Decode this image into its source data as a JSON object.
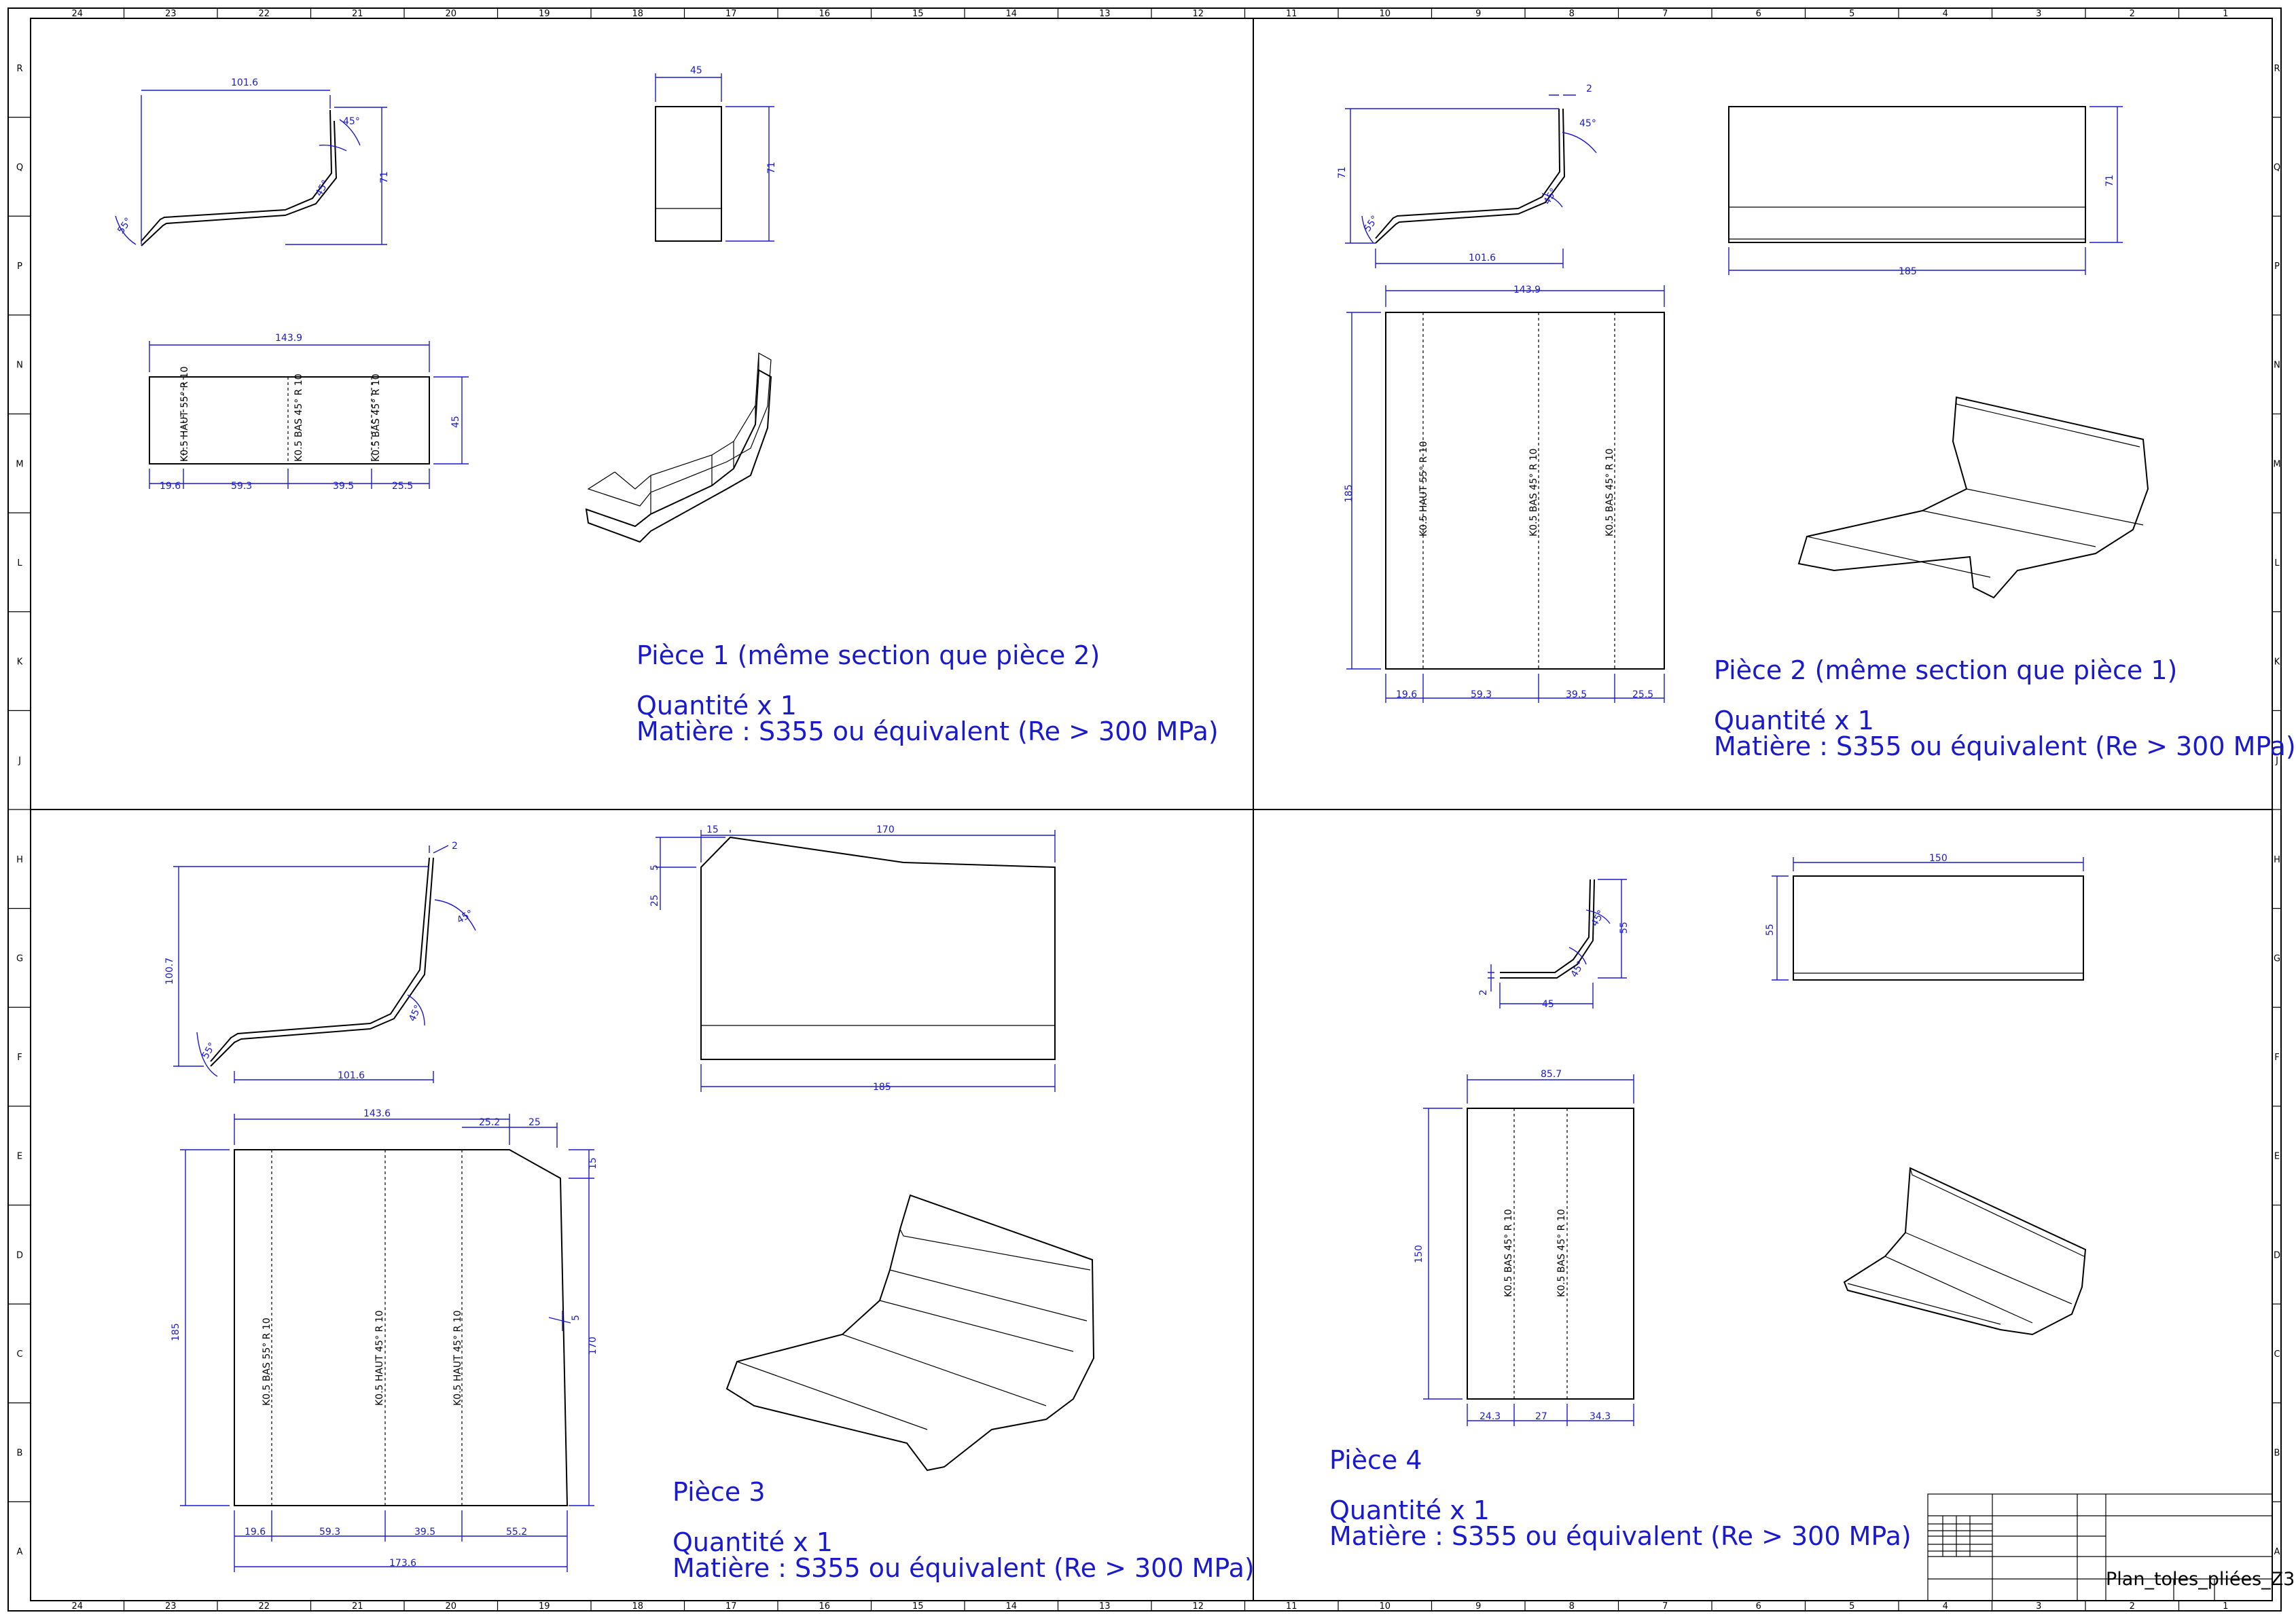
{
  "border": {
    "columns": [
      "24",
      "23",
      "22",
      "21",
      "20",
      "19",
      "18",
      "17",
      "16",
      "15",
      "14",
      "13",
      "12",
      "11",
      "10",
      "9",
      "8",
      "7",
      "6",
      "5",
      "4",
      "3",
      "2",
      "1"
    ],
    "rows": [
      "R",
      "Q",
      "P",
      "N",
      "M",
      "L",
      "K",
      "J",
      "H",
      "G",
      "F",
      "E",
      "D",
      "C",
      "B",
      "A"
    ]
  },
  "pieces": [
    {
      "title": "Pièce 1 (même section que pièce 2)",
      "quantity": "Quantité x 1",
      "material": "Matière : S355 ou équivalent (Re > 300 MPa)",
      "profile_dims": {
        "width": "101.6",
        "height": "71",
        "angle_top": "45°",
        "angle_mid": "45°",
        "angle_low": "55°"
      },
      "front_dims": {
        "width": "45",
        "height": "71"
      },
      "flat_dims": {
        "length": "143.9",
        "width": "45",
        "segments": [
          "19.6",
          "59.3",
          "39.5",
          "25.5"
        ]
      },
      "bend_notes": [
        "K0.5 HAUT 55° R 10",
        "K0.5 BAS 45° R 10",
        "K0.5 BAS 45° R 10"
      ]
    },
    {
      "title": "Pièce 2 (même section que pièce 1)",
      "quantity": "Quantité x 1",
      "material": "Matière : S355 ou équivalent (Re > 300 MPa)",
      "profile_dims": {
        "width": "101.6",
        "height": "71",
        "thickness": "2",
        "angle_top": "45°",
        "angle_mid": "45°",
        "angle_low": "55°"
      },
      "front_dims": {
        "width": "185",
        "height": "71"
      },
      "flat_dims": {
        "length": "143.9",
        "width": "185",
        "segments": [
          "19.6",
          "59.3",
          "39.5",
          "25.5"
        ]
      },
      "bend_notes": [
        "K0.5 HAUT 55° R 10",
        "K0.5 BAS 45° R 10",
        "K0.5 BAS 45° R 10"
      ]
    },
    {
      "title": "Pièce 3",
      "quantity": "Quantité x 1",
      "material": "Matière : S355 ou équivalent (Re > 300 MPa)",
      "profile_dims": {
        "width": "101.6",
        "height": "100.7",
        "thickness": "2",
        "angle_top": "45°",
        "angle_mid": "45°",
        "angle_low": "55°"
      },
      "front_dims": {
        "top_a": "15",
        "top_b": "170",
        "side_a": "5",
        "side_b": "25",
        "width": "185"
      },
      "flat_dims": {
        "length": "143.6",
        "top_a": "25.2",
        "top_b": "25",
        "right_a": "15",
        "right_b": "170",
        "right_c": "5",
        "height": "185",
        "total": "173.6",
        "segments": [
          "19.6",
          "59.3",
          "39.5",
          "55.2"
        ]
      },
      "bend_notes": [
        "K0.5 BAS 55° R 10",
        "K0.5 HAUT 45° R 10",
        "K0.5 HAUT 45° R 10"
      ]
    },
    {
      "title": "Pièce 4",
      "quantity": "Quantité x 1",
      "material": "Matière : S355 ou équivalent (Re > 300 MPa)",
      "profile_dims": {
        "width": "45",
        "height": "55",
        "thickness": "2",
        "angle_a": "45°",
        "angle_b": "45°"
      },
      "front_dims": {
        "width": "150",
        "height": "55"
      },
      "flat_dims": {
        "length": "85.7",
        "width": "150",
        "segments": [
          "24.3",
          "27",
          "34.3"
        ]
      },
      "bend_notes": [
        "K0.5 BAS 45° R 10",
        "K0.5 BAS 45° R 10"
      ]
    }
  ],
  "title_block": {
    "drawing_name": "Plan_toles_pliées_Z3"
  },
  "colors": {
    "line": "#000000",
    "dimension": "#1a1acd",
    "text_note": "#1a1acd"
  }
}
